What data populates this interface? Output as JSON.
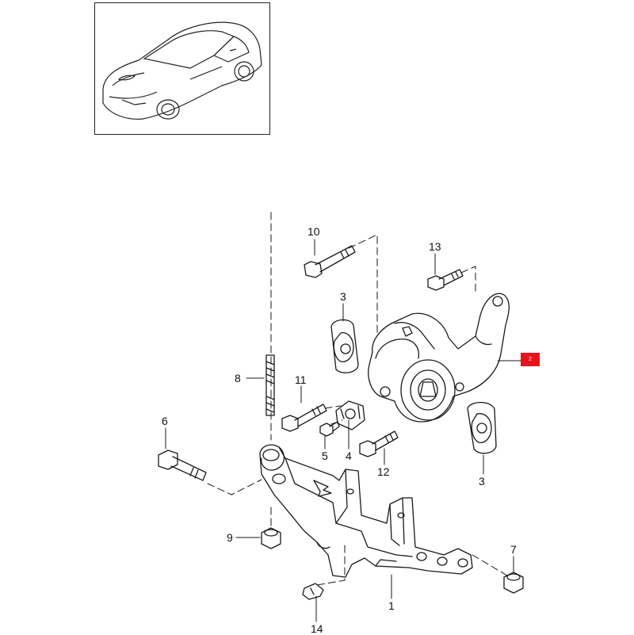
{
  "callouts": {
    "c1": "1",
    "c2": "2",
    "c3a": "3",
    "c3b": "3",
    "c4": "4",
    "c5": "5",
    "c6": "6",
    "c7": "7",
    "c8": "8",
    "c9": "9",
    "c10": "10",
    "c11": "11",
    "c12": "12",
    "c13": "13",
    "c14": "14"
  },
  "highlight_color": "#e8141b",
  "line_color": "#1a1a1a"
}
